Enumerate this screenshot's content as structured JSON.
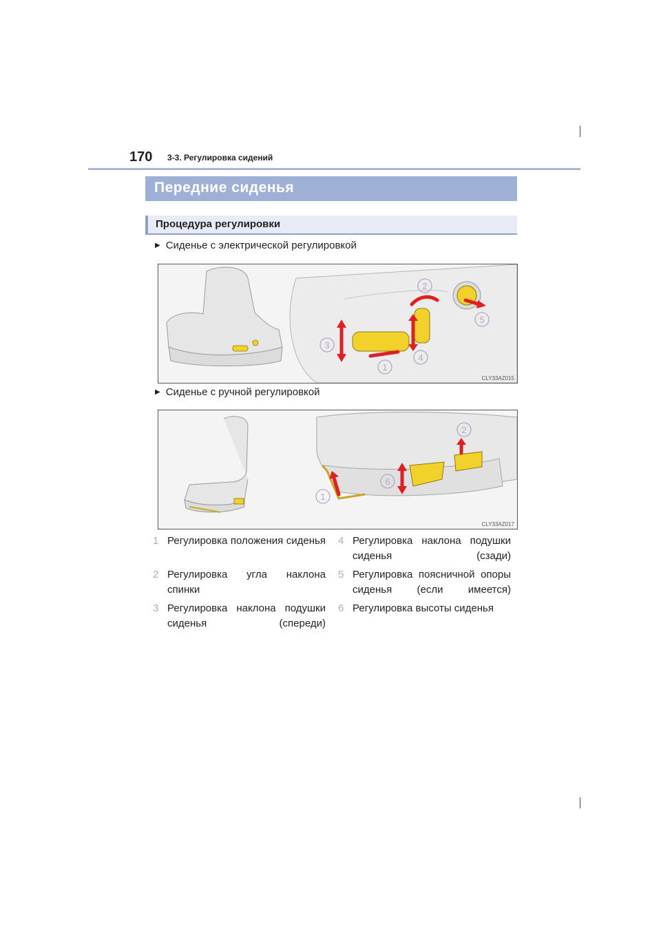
{
  "header": {
    "page_number": "170",
    "section": "3-3. Регулировка сидений"
  },
  "title": "Передние сиденья",
  "subtitle": "Процедура регулировки",
  "figures": [
    {
      "caption": "Сиденье с электрической регулировкой",
      "code": "CLY33AZ015",
      "callouts": [
        "1",
        "2",
        "3",
        "4",
        "5"
      ]
    },
    {
      "caption": "Сиденье с ручной регулировкой",
      "code": "CLY33AZ017",
      "callouts": [
        "1",
        "2",
        "6"
      ]
    }
  ],
  "legend": [
    {
      "num": "1",
      "text": "Регулировка положения сиденья"
    },
    {
      "num": "2",
      "text": "Регулировка угла наклона спинки"
    },
    {
      "num": "3",
      "text": "Регулировка наклона подушки сиденья (спереди)"
    },
    {
      "num": "4",
      "text": "Регулировка наклона подушки сиденья (сзади)"
    },
    {
      "num": "5",
      "text": "Регулировка поясничной опоры сиденья (если имеется)"
    },
    {
      "num": "6",
      "text": "Регулировка высоты сиденья"
    }
  ],
  "colors": {
    "accent_bar": "#9fb0d6",
    "arrow_red": "#e02020",
    "control_yellow": "#f2d22a",
    "callout_purple": "#b4a6c9"
  }
}
